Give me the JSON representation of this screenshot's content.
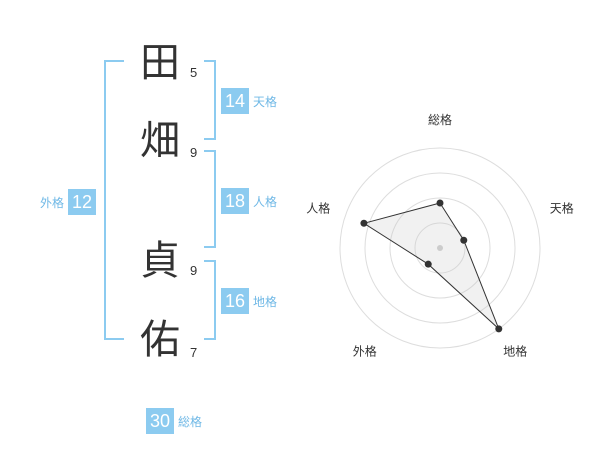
{
  "name_chars": [
    {
      "char": "田",
      "strokes": "5"
    },
    {
      "char": "畑",
      "strokes": "9"
    },
    {
      "char": "貞",
      "strokes": "9"
    },
    {
      "char": "佑",
      "strokes": "7"
    }
  ],
  "kaku": {
    "tenkaku": {
      "value": "14",
      "label": "天格"
    },
    "jinkaku": {
      "value": "18",
      "label": "人格"
    },
    "chikaku": {
      "value": "16",
      "label": "地格"
    },
    "gaikaku": {
      "value": "12",
      "label": "外格"
    },
    "soukaku": {
      "value": "30",
      "label": "総格"
    }
  },
  "accent_color": "#8ccbf0",
  "chart_data": {
    "type": "radar",
    "axes": [
      "総格",
      "天格",
      "地格",
      "外格",
      "人格"
    ],
    "values": [
      0.45,
      0.25,
      1.0,
      0.2,
      0.8
    ],
    "rings": 4
  }
}
